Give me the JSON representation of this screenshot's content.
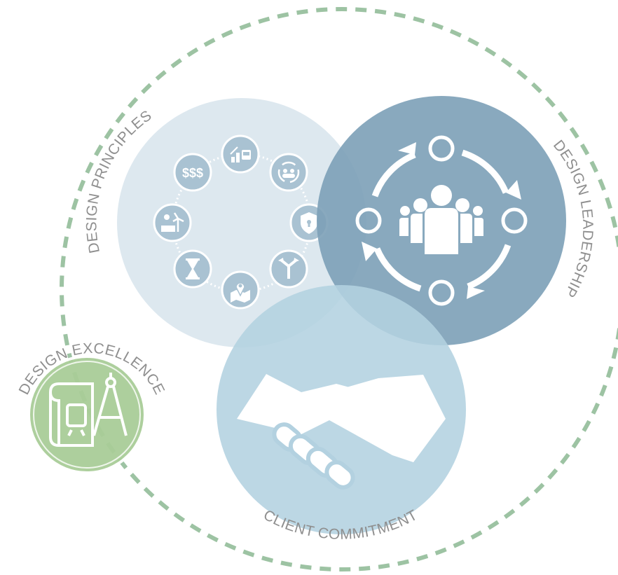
{
  "labels": {
    "design_principles": "DESIGN PRINCIPLES",
    "design_leadership": "DESIGN LEADERSHIP",
    "client_commitment": "CLIENT COMMITMENT",
    "design_excellence": "DESIGN EXCELLENCE"
  },
  "colors": {
    "outer_ring": "#9dc3a3",
    "principles_circle": "#dbe7ee",
    "leadership_circle": "#7ca0b7",
    "commitment_circle": "#b3d1e0",
    "excellence_circle": "#a9cd98",
    "small_icon_fill": "#a9c2d2",
    "label_text": "#8f8f8f"
  },
  "icons": {
    "principles_ring": [
      "transit-growth-icon",
      "people-cycle-icon",
      "security-shield-icon",
      "diverging-paths-icon",
      "map-pin-icon",
      "hourglass-icon",
      "renewable-energy-icon",
      "money-icon"
    ],
    "leadership": "team-cycle-icon",
    "commitment": "handshake-icon",
    "excellence": "blueprint-compass-icon"
  }
}
